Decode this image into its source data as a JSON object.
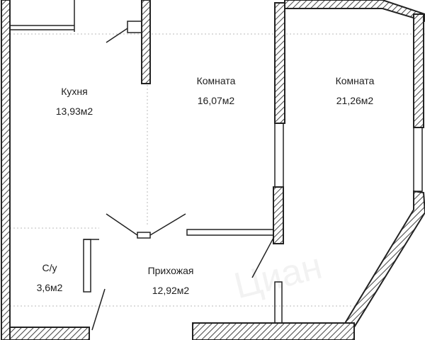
{
  "plan": {
    "rooms": [
      {
        "id": "kitchen",
        "name": "Кухня",
        "area": "13,93м2"
      },
      {
        "id": "room1",
        "name": "Комната",
        "area": "16,07м2"
      },
      {
        "id": "room2",
        "name": "Комната",
        "area": "21,26м2"
      },
      {
        "id": "bathroom",
        "name": "С/у",
        "area": "3,6м2"
      },
      {
        "id": "hallway",
        "name": "Прихожая",
        "area": "12,92м2"
      }
    ]
  },
  "colors": {
    "wall_line": "#222222",
    "hatch": "#444444",
    "background": "#ffffff",
    "text": "#1e1e1e"
  }
}
